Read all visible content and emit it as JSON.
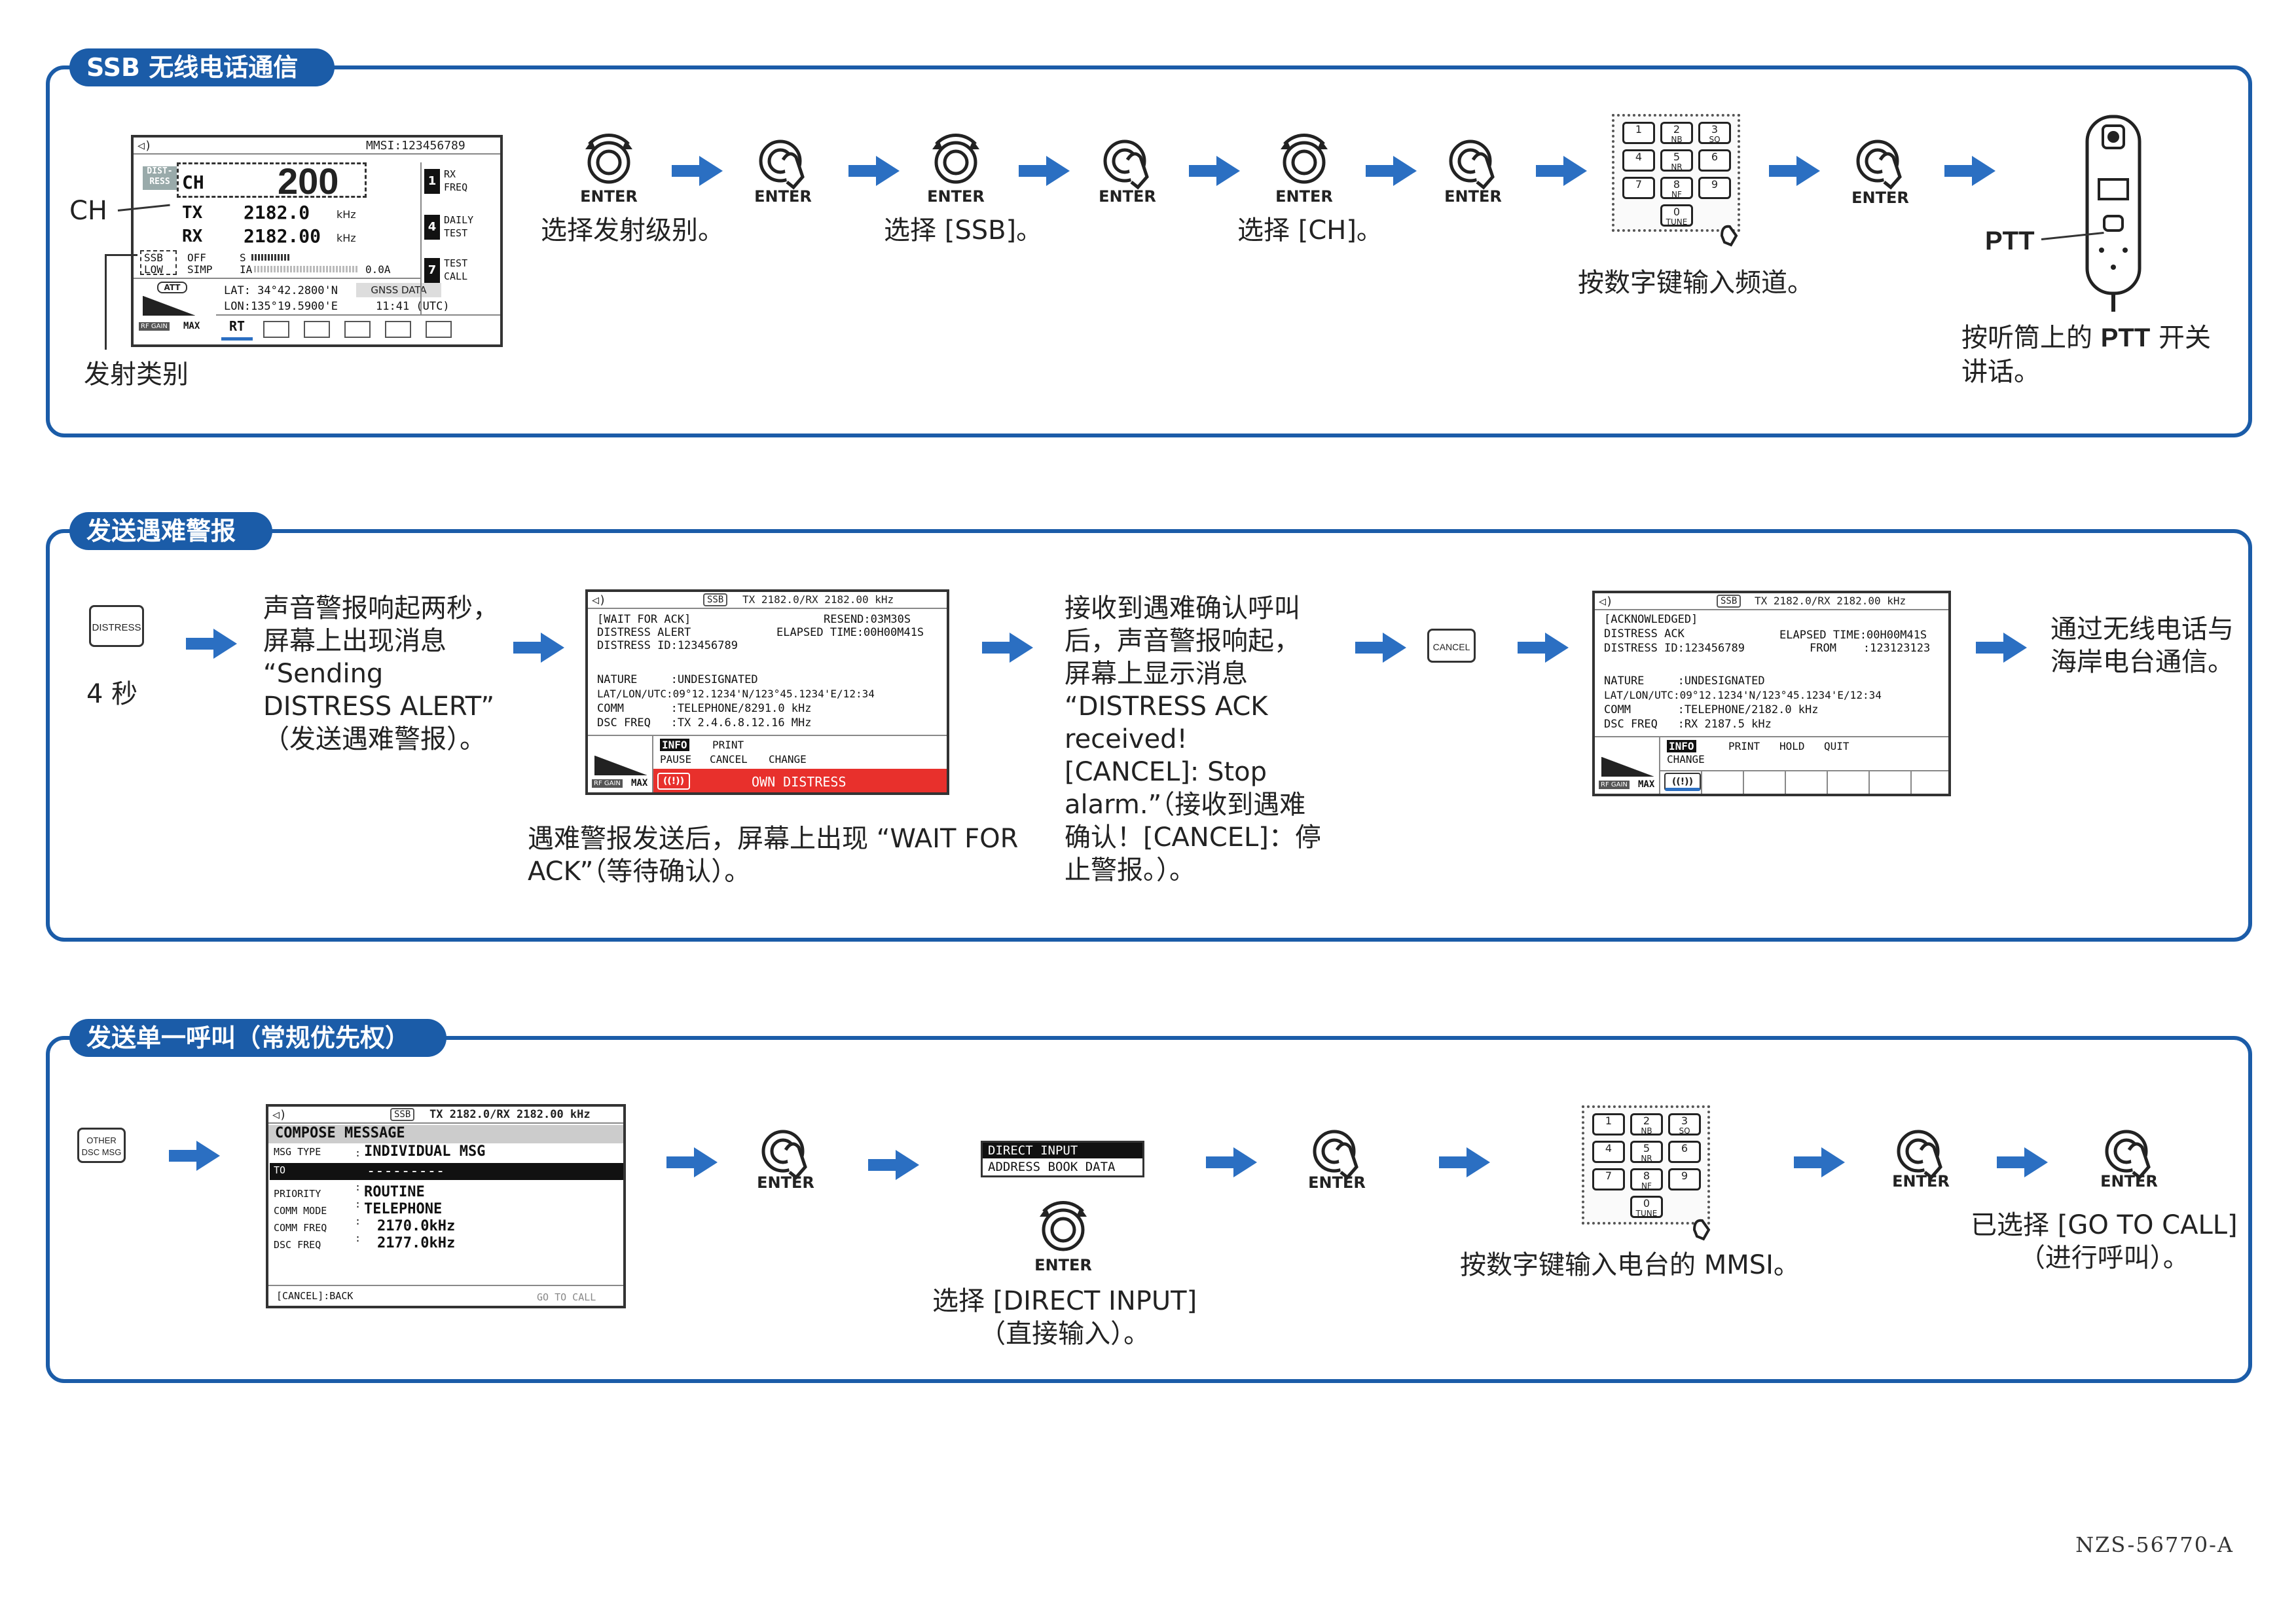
{
  "colors": {
    "accent": "#1b5ca8",
    "arrow": "#2b6fc2",
    "alarm": "#e8302c"
  },
  "s1": {
    "title": "SSB 无线电话通信",
    "label_ch": "CH",
    "label_tx_class": "发射类别",
    "screen": {
      "mmsi": "MMSI:123456789",
      "distress": "DIST-\nRESS",
      "ch": "CH",
      "ch_value": "200",
      "tx": "TX",
      "tx_val": "2182.0",
      "khz1": "kHz",
      "rx": "RX",
      "rx_val": "2182.00",
      "khz2": "kHz",
      "ssb": "SSB",
      "low": "LOW",
      "off": "OFF",
      "simp": "SIMP",
      "s": "S",
      "ia": "IA",
      "amp": "0.0A",
      "att": "ATT",
      "rfgain": "RF GAIN",
      "max": "MAX",
      "lat": "LAT: 34°42.2800'N",
      "lon": "LON:135°19.5900'E",
      "gnss": "GNSS DATA",
      "time": "11:41 (UTC)",
      "rt": "RT",
      "k1": "1",
      "k1t": "RX\nFREQ",
      "k4": "4",
      "k4t": "DAILY\nTEST",
      "k7": "7",
      "k7t": "TEST\nCALL"
    },
    "enter": "ENTER",
    "step1": "选择发射级别。",
    "step2": "选择 [SSB]。",
    "step3": "选择 [CH]。",
    "step4": "按数字键输入频道。",
    "ptt_label": "PTT",
    "step5a": "按听筒上的 ",
    "step5b": "PTT",
    "step5c": " 开关\n讲话。"
  },
  "keypad": {
    "keys": [
      "1",
      "2",
      "3",
      "4",
      "5",
      "6",
      "7",
      "8",
      "9",
      "0"
    ],
    "sub": {
      "2": "NB",
      "3": "SQ",
      "5": "NR",
      "8": "NF",
      "0": "TUNE"
    }
  },
  "s2": {
    "title": "发送遇难警报",
    "btn": "DISTRESS",
    "sec": "4 秒",
    "text1": "声音警报响起两秒，\n屏幕上出现消息\n“Sending\nDISTRESS ALERT”\n（发送遇难警报）。",
    "scr1": {
      "bar": "TX 2182.0/RX 2182.00 kHz",
      "ssb": "SSB",
      "l1": "[WAIT FOR ACK]",
      "l1r": "RESEND:03M30S",
      "l2": "DISTRESS ALERT",
      "l2r": "ELAPSED TIME:00H00M41S",
      "l3": "DISTRESS ID:123456789",
      "l4": "NATURE     :UNDESIGNATED",
      "l5": "LAT/LON/UTC:09°12.1234'N/123°45.1234'E/12:34",
      "l6": "COMM       :TELEPHONE/8291.0 kHz",
      "l7": "DSC FREQ   :TX 2.4.6.8.12.16 MHz",
      "info": "INFO",
      "print": "PRINT",
      "pause": "PAUSE",
      "cancel": "CANCEL",
      "change": "CHANGE",
      "own": "OWN DISTRESS",
      "rfgain": "RF GAIN",
      "max": "MAX"
    },
    "caption1": "遇难警报发送后，屏幕上出现 “WAIT FOR\nACK”（等待确认）。",
    "text2": "接收到遇难确认呼叫\n后，声音警报响起，\n屏幕上显示消息\n“DISTRESS ACK\nreceived!\n[CANCEL]: Stop\nalarm.”（接收到遇难\n确认！[CANCEL]：停\n止警报。）。",
    "cancel_btn": "CANCEL",
    "scr2": {
      "bar": "TX 2182.0/RX 2182.00 kHz",
      "ssb": "SSB",
      "l1": "[ACKNOWLEDGED]",
      "l2": "DISTRESS ACK",
      "l2r": "ELAPSED TIME:00H00M41S",
      "l3": "DISTRESS ID:123456789",
      "l3r": "FROM    :123123123",
      "l4": "NATURE     :UNDESIGNATED",
      "l5": "LAT/LON/UTC:09°12.1234'N/123°45.1234'E/12:34",
      "l6": "COMM       :TELEPHONE/2182.0 kHz",
      "l7": "DSC FREQ   :RX 2187.5 kHz",
      "info": "INFO",
      "print": "PRINT",
      "hold": "HOLD",
      "quit": "QUIT",
      "change": "CHANGE",
      "rfgain": "RF GAIN",
      "max": "MAX"
    },
    "text3": "通过无线电话与\n海岸电台通信。"
  },
  "s3": {
    "title": "发送单一呼叫（常规优先权）",
    "btn": "OTHER\nDSC MSG",
    "scr": {
      "bar": "TX 2182.0/RX 2182.00 kHz",
      "ssb": "SSB",
      "head": "COMPOSE MESSAGE",
      "r1k": "MSG TYPE",
      "r1v": "INDIVIDUAL MSG",
      "r2k": "TO",
      "r2v": "---------",
      "r3k": "PRIORITY",
      "r3v": "ROUTINE",
      "r4k": "COMM MODE",
      "r4v": "TELEPHONE",
      "r5k": "COMM FREQ",
      "r5v": "2170.0kHz",
      "r6k": "DSC FREQ",
      "r6v": "2177.0kHz",
      "back": "[CANCEL]:BACK",
      "go": "GO TO CALL"
    },
    "menu1": "DIRECT INPUT",
    "menu2": "ADDRESS BOOK DATA",
    "enter": "ENTER",
    "cap1": "选择 [DIRECT INPUT]\n（直接输入）。",
    "cap2": "按数字键输入电台的 MMSI。",
    "cap3": "已选择 [GO TO CALL]\n（进行呼叫）。"
  },
  "footer": "NZS-56770-A"
}
